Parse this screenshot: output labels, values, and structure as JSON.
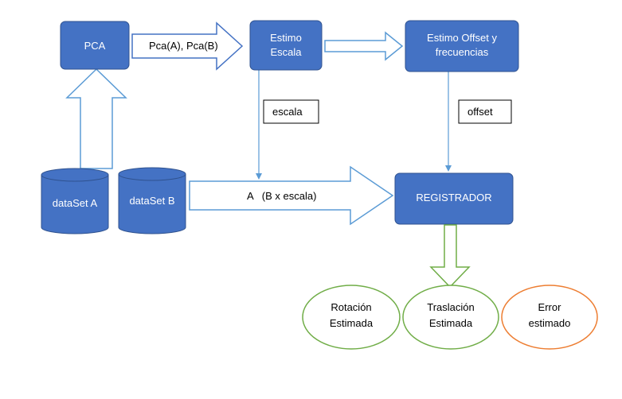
{
  "nodes": {
    "pca": "PCA",
    "estimo_escala": [
      "Estimo",
      "Escala"
    ],
    "estimo_offset": [
      "Estimo Offset y",
      "frecuencias"
    ],
    "registrador": "REGISTRADOR",
    "dataset_a": "dataSet A",
    "dataset_b": "dataSet B",
    "rotacion": [
      "Rotación",
      "Estimada"
    ],
    "traslacion": [
      "Traslación",
      "Estimada"
    ],
    "error": [
      "Error",
      "estimado"
    ]
  },
  "edges": {
    "pca_to_escala": "Pca(A), Pca(B)",
    "escala_label": "escala",
    "offset_label": "offset",
    "dataset_to_registrador": "A   (B x escala)"
  },
  "colors": {
    "box_fill": "#4472C4",
    "box_stroke": "#2F528F",
    "arrow_stroke": "#5B9BD5",
    "green": "#70AD47",
    "orange": "#ED7D31"
  }
}
